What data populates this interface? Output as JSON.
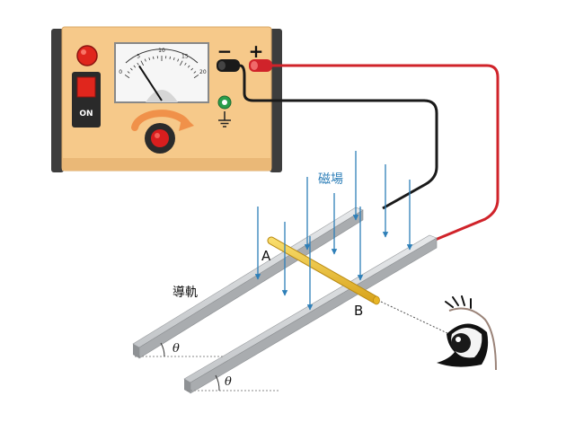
{
  "power_supply": {
    "minus_label": "−",
    "plus_label": "+",
    "switch_label": "ON",
    "meter": {
      "scale_labels": [
        "0",
        "5",
        "10",
        "15",
        "20"
      ],
      "needle_value": 4
    },
    "colors": {
      "case": "#f6c98a",
      "side_panels": "#3d3d3d",
      "lamp": "#e0261d",
      "knob": "#d81e1e",
      "knob_arrow": "#f0914a",
      "ground_terminal": "#2a9d4a"
    }
  },
  "labels": {
    "magnetic_field": "磁場",
    "rails": "導軌",
    "point_a": "A",
    "point_b": "B",
    "angle_1": "θ",
    "angle_2": "θ"
  },
  "colors": {
    "positive_wire": "#d0232a",
    "negative_wire": "#1a1a1a",
    "field_arrows": "#2e7fb8",
    "rod": "#f2c233",
    "rails": "#c9cccf"
  }
}
